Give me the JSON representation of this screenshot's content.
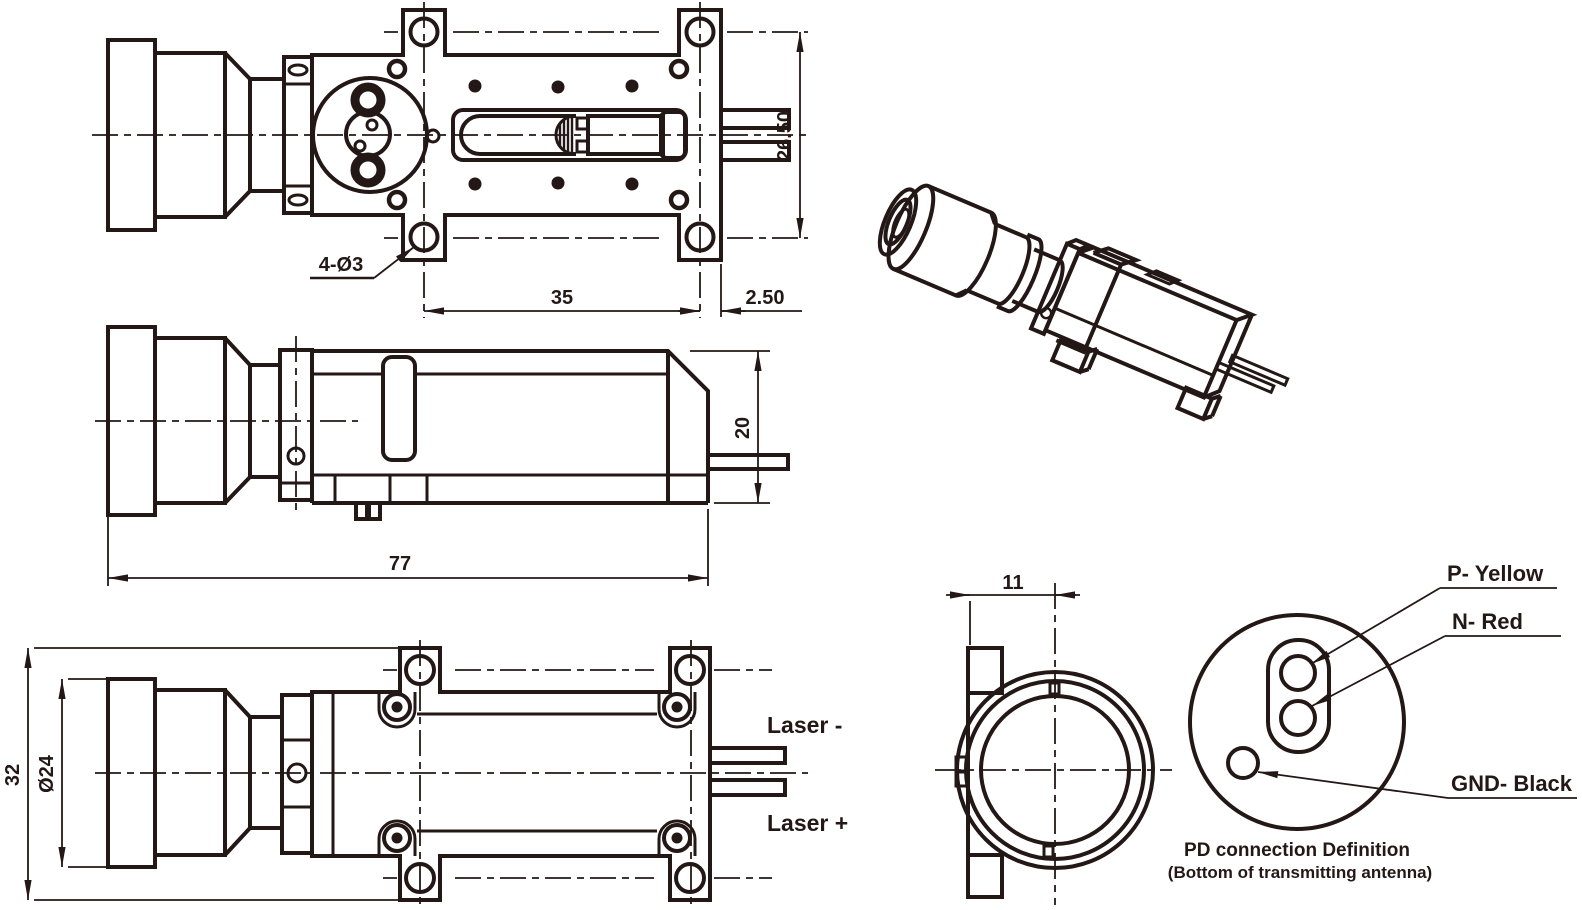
{
  "meta": {
    "type": "technical-drawing",
    "subject": "laser module with lens barrel, mounting tabs and PD pinout",
    "background": "#ffffff",
    "line_color": "#231815"
  },
  "views": {
    "top": {
      "dims": {
        "pattern_width": "35",
        "edge_offset": "2.50",
        "pattern_height": "26.50",
        "mounting_holes": "4-Ø3"
      }
    },
    "side": {
      "dims": {
        "body_height": "20",
        "overall_length": "77"
      }
    },
    "bottom": {
      "dims": {
        "overall_height": "32",
        "lens_diameter": "Ø24"
      },
      "labels": {
        "laser_minus": "Laser -",
        "laser_plus": "Laser +"
      }
    },
    "end": {
      "dims": {
        "flange_offset": "11"
      }
    },
    "pd": {
      "pins": {
        "p": "P- Yellow",
        "n": "N- Red",
        "gnd": "GND- Black"
      },
      "caption_line1": "PD connection Definition",
      "caption_line2": "(Bottom of transmitting antenna)"
    }
  }
}
